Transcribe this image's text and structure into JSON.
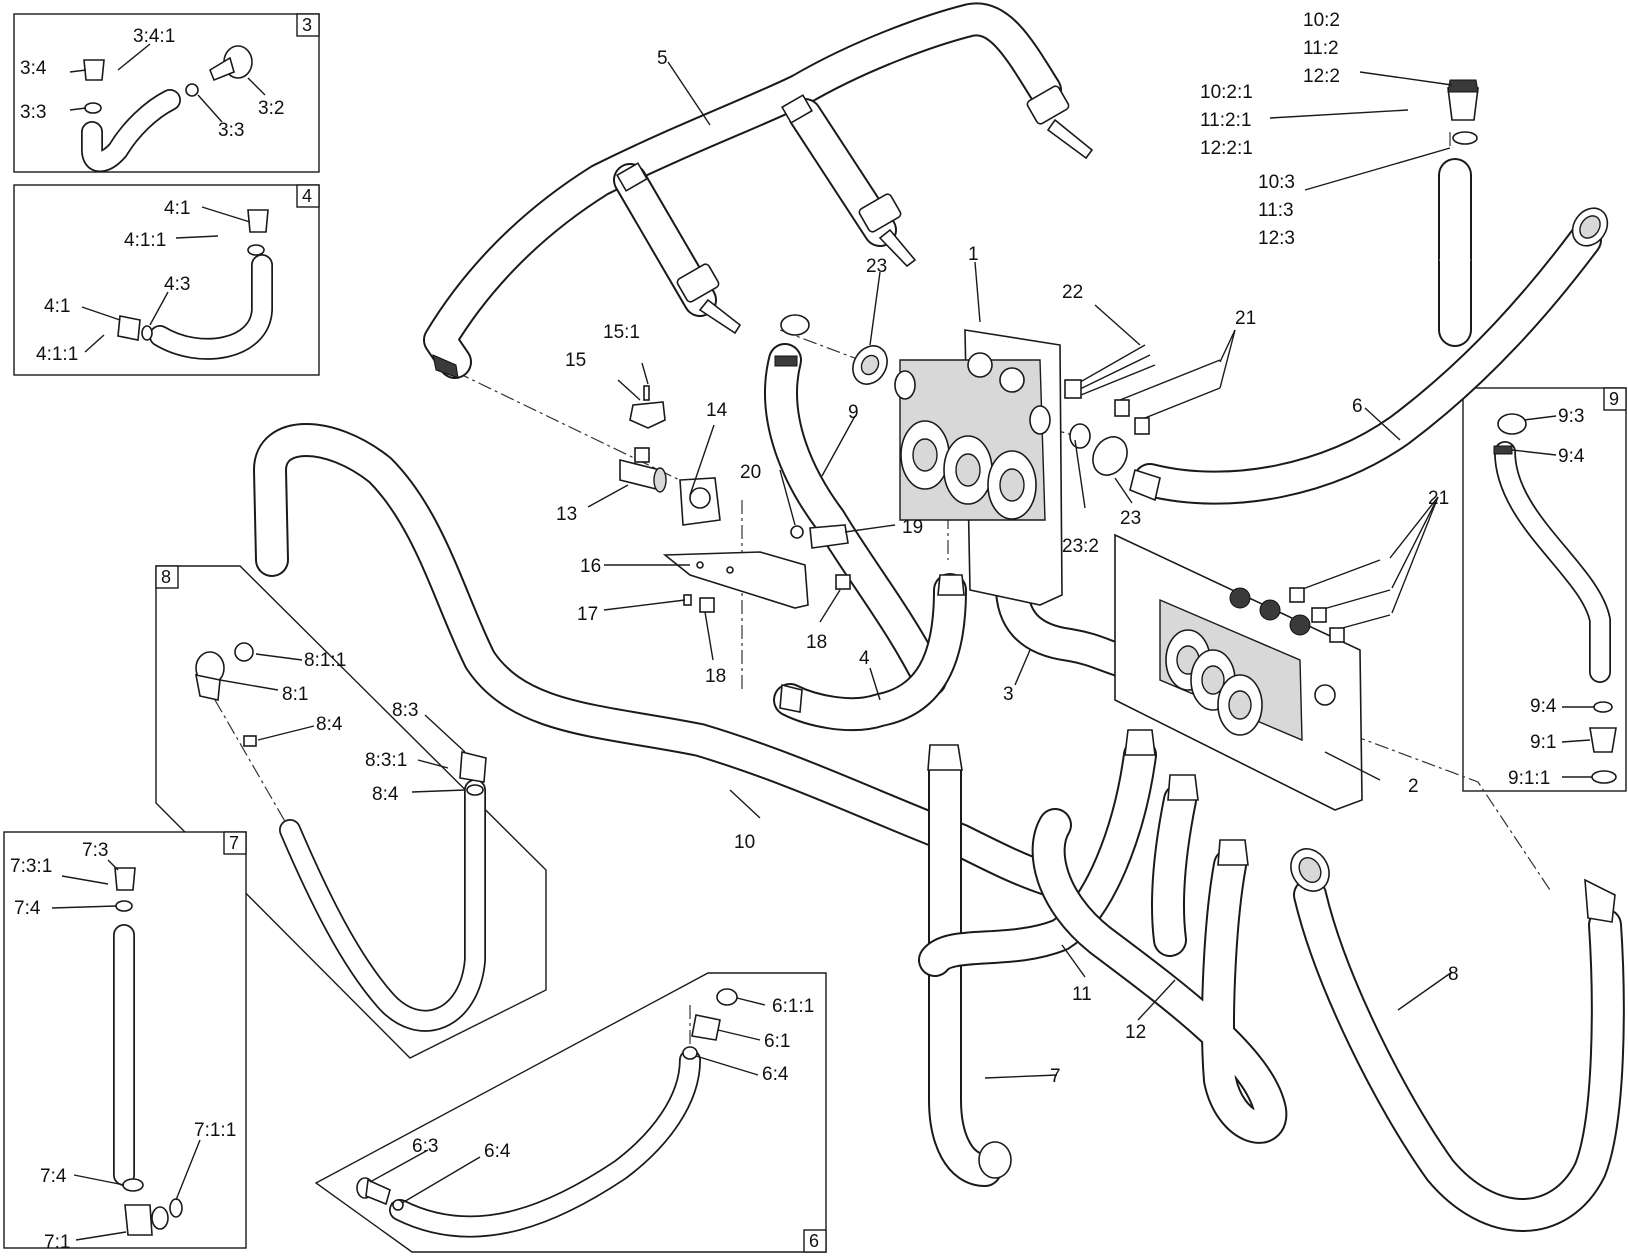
{
  "detail_tags": {
    "d3": "3",
    "d4": "4",
    "d6": "6",
    "d7": "7",
    "d8": "8",
    "d9": "9"
  },
  "labels": {
    "c_1": "1",
    "c_2": "2",
    "c_3": "3",
    "c_4": "4",
    "c_5": "5",
    "c_6": "6",
    "c_7": "7",
    "c_8": "8",
    "c_9": "9",
    "c_10": "10",
    "c_11": "11",
    "c_12": "12",
    "c_13": "13",
    "c_14": "14",
    "c_15": "15",
    "c_15_1": "15:1",
    "c_16": "16",
    "c_17": "17",
    "c_18a": "18",
    "c_18b": "18",
    "c_19": "19",
    "c_20": "20",
    "c_21a": "21",
    "c_21b": "21",
    "c_22": "22",
    "c_23a": "23",
    "c_23b": "23",
    "c_23_2": "23:2",
    "c_10_2": "10:2",
    "c_11_2": "11:2",
    "c_12_2": "12:2",
    "c_10_2_1": "10:2:1",
    "c_11_2_1": "11:2:1",
    "c_12_2_1": "12:2:1",
    "c_10_3": "10:3",
    "c_11_3": "11:3",
    "c_12_3": "12:3",
    "c_3_4_1": "3:4:1",
    "c_3_4": "3:4",
    "c_3_3a": "3:3",
    "c_3_2": "3:2",
    "c_3_3b": "3:3",
    "c_4_1a": "4:1",
    "c_4_1_1a": "4:1:1",
    "c_4_3": "4:3",
    "c_4_1b": "4:1",
    "c_4_1_1b": "4:1:1",
    "c_8_1_1": "8:1:1",
    "c_8_1": "8:1",
    "c_8_4a": "8:4",
    "c_8_3": "8:3",
    "c_8_3_1": "8:3:1",
    "c_8_4b": "8:4",
    "c_7_3": "7:3",
    "c_7_3_1": "7:3:1",
    "c_7_4a": "7:4",
    "c_7_1_1": "7:1:1",
    "c_7_4b": "7:4",
    "c_7_1": "7:1",
    "c_9_3": "9:3",
    "c_9_4a": "9:4",
    "c_9_4b": "9:4",
    "c_9_1": "9:1",
    "c_9_1_1": "9:1:1",
    "c_6_1_1": "6:1:1",
    "c_6_1": "6:1",
    "c_6_4a": "6:4",
    "c_6_3": "6:3",
    "c_6_4b": "6:4"
  }
}
